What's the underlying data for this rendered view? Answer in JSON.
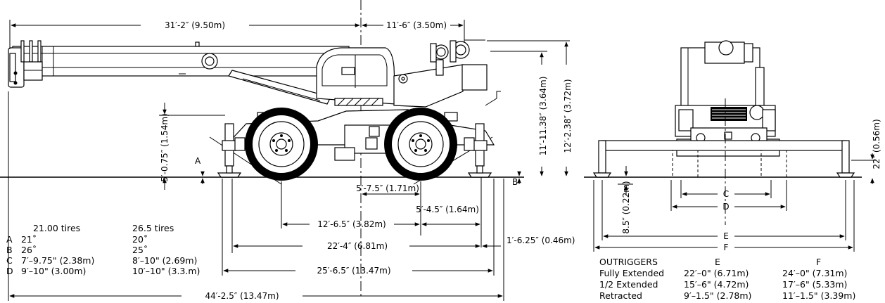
{
  "dimensions": {
    "boom_length": "31′-2″ (9.50m)",
    "rear_length": "11′-6″ (3.50m)",
    "cab_height": "11′-11.38″ (3.64m)",
    "overall_height": "12′-2.38″ (3.72m)",
    "ground_clearance": "5′-0.75″ (1.54m)",
    "center_to_axle": "5′-7.5″ (1.71m)",
    "wheelbase": "12′-6.5″ (3.82m)",
    "axle_to_outrigger": "5′-4.5″ (1.64m)",
    "outrigger_spread": "22′-4″ (6.81m)",
    "outrigger_overhang": "1′-6.25″ (0.46m)",
    "length_overall_base": "25′-6.5″ (13.47m)",
    "overall_length": "44′-2.5″ (13.47m)",
    "pad_height": "22″ (0.56m)",
    "pad_thickness": "8.5″ (0.22m)",
    "angle_a": "A",
    "angle_b": "B",
    "width_c": "C",
    "width_d": "D",
    "width_e": "E",
    "width_f": "F"
  },
  "tire_table": {
    "headers": [
      "21.00 tires",
      "26.5 tires"
    ],
    "rows": [
      {
        "key": "A",
        "t21": "21˚",
        "t26": "20˚"
      },
      {
        "key": "B",
        "t21": "26˚",
        "t26": "25˚"
      },
      {
        "key": "C",
        "t21": "7′–9.75\" (2.38m)",
        "t26": "8′–10\" (2.69m)"
      },
      {
        "key": "D",
        "t21": "9′–10\" (3.00m)",
        "t26": "10′–10\" (3.3.m)"
      }
    ]
  },
  "outrigger_table": {
    "title": "OUTRIGGERS",
    "col_e": "E",
    "col_f": "F",
    "rows": [
      {
        "label": "Fully Extended",
        "e": "22′–0\" (6.71m)",
        "f": "24′–0\" (7.31m)"
      },
      {
        "label": "1/2 Extended",
        "e": "15′–6\" (4.72m)",
        "f": "17′–6\" (5.33m)"
      },
      {
        "label": "Retracted",
        "e": "9′–1.5\" (2.78m)",
        "f": "11′–1.5\" (3.39m)"
      }
    ]
  }
}
